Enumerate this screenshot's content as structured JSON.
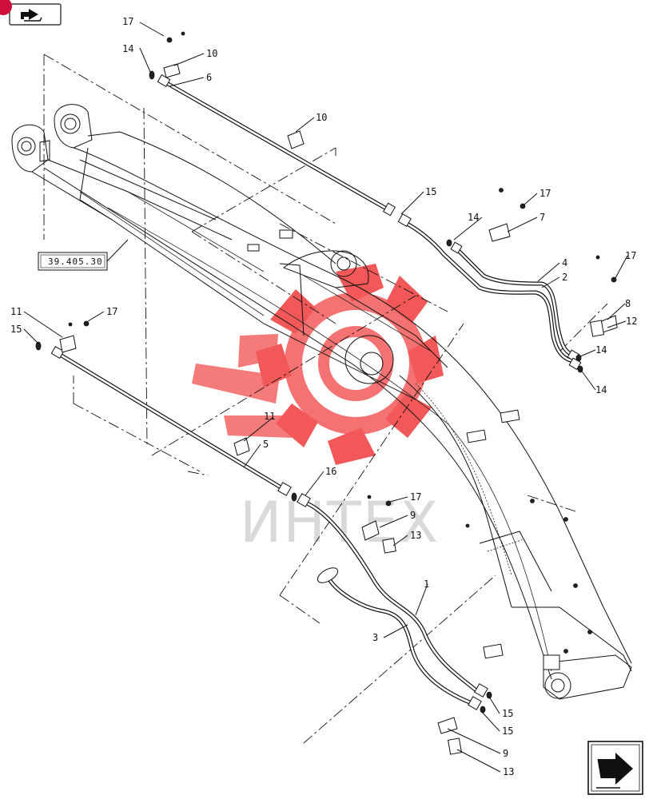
{
  "toolbar": {
    "back_icon": "back-arrow-icon",
    "badge_color": "#d0103a"
  },
  "reference_box": {
    "label": "39.405.30"
  },
  "watermark": {
    "text": "ИНТЕХ",
    "logo_color": "#f03c3c"
  },
  "nav": {
    "next_icon": "next-arrow-icon"
  },
  "callouts": [
    {
      "id": "c17a",
      "label": "17"
    },
    {
      "id": "c14a",
      "label": "14"
    },
    {
      "id": "c10a",
      "label": "10"
    },
    {
      "id": "c6",
      "label": "6"
    },
    {
      "id": "c10b",
      "label": "10"
    },
    {
      "id": "c15a",
      "label": "15"
    },
    {
      "id": "c17b",
      "label": "17"
    },
    {
      "id": "c14b",
      "label": "14"
    },
    {
      "id": "c7",
      "label": "7"
    },
    {
      "id": "c4",
      "label": "4"
    },
    {
      "id": "c2",
      "label": "2"
    },
    {
      "id": "c17c",
      "label": "17"
    },
    {
      "id": "c8",
      "label": "8"
    },
    {
      "id": "c12",
      "label": "12"
    },
    {
      "id": "c14c",
      "label": "14"
    },
    {
      "id": "c14d",
      "label": "14"
    },
    {
      "id": "c11a",
      "label": "11"
    },
    {
      "id": "c17d",
      "label": "17"
    },
    {
      "id": "c15b",
      "label": "15"
    },
    {
      "id": "c11b",
      "label": "11"
    },
    {
      "id": "c5",
      "label": "5"
    },
    {
      "id": "c16",
      "label": "16"
    },
    {
      "id": "c17e",
      "label": "17"
    },
    {
      "id": "c9a",
      "label": "9"
    },
    {
      "id": "c13a",
      "label": "13"
    },
    {
      "id": "c1",
      "label": "1"
    },
    {
      "id": "c3",
      "label": "3"
    },
    {
      "id": "c15c",
      "label": "15"
    },
    {
      "id": "c15d",
      "label": "15"
    },
    {
      "id": "c9b",
      "label": "9"
    },
    {
      "id": "c13b",
      "label": "13"
    }
  ]
}
